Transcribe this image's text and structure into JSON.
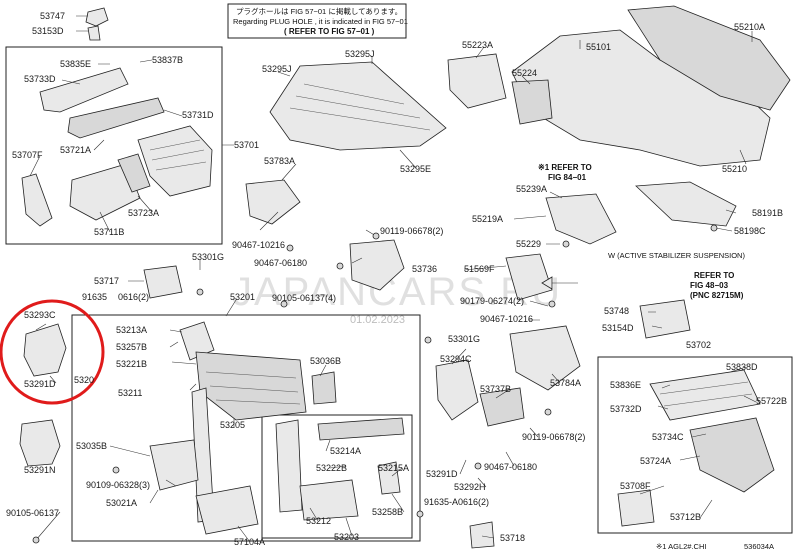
{
  "notice": {
    "line1": "プラグホールは FIG 57−01 に掲載してあります。",
    "line2": "Regarding  PLUG HOLE , it is indicated in FIG 57−01",
    "line3": "( REFER TO FIG 57−01 )"
  },
  "refer_84": {
    "line1": "※1 REFER TO",
    "line2": "FIG 84−01"
  },
  "active_stab": {
    "title": "W (ACTIVE STABILIZER SUSPENSION)",
    "line1": "REFER TO",
    "line2": "FIG 48−03",
    "line3": "(PNC 82715M)"
  },
  "footer": {
    "note": "※1 AGL2#.CHI",
    "code": "536034A"
  },
  "watermark": {
    "main": "JAPANCARS.RU",
    "date": "01.02.2023"
  },
  "labels": {
    "p53747": "53747",
    "p53153d": "53153D",
    "p53835e": "53835E",
    "p53837b": "53837B",
    "p53733d": "53733D",
    "p53731d": "53731D",
    "p53721a": "53721A",
    "p53707f": "53707F",
    "p53723a": "53723A",
    "p53711b": "53711B",
    "p53701": "53701",
    "p53295j": "53295J",
    "p53295j_b": "53295J",
    "p53295e": "53295E",
    "p55223a": "55223A",
    "p55101": "55101",
    "p55224": "55224",
    "p55210a": "55210A",
    "p55210": "55210",
    "p53783a": "53783A",
    "p55239a": "55239A",
    "p55219a": "55219A",
    "p55229": "55229",
    "p58191b": "58191B",
    "p58198c": "58198C",
    "p90467_10216": "90467-10216",
    "p90119_06678_top": "90119-06678(2)",
    "p90467_06180": "90467-06180",
    "p53736": "53736",
    "p53717": "53717",
    "p53301g": "53301G",
    "p91635": "91635",
    "p90616": "0616(2)",
    "p53201": "53201",
    "p90105_06137_4": "90105-06137(4)",
    "p51569f": "51569F",
    "p90179": "90179-06274(2)",
    "p90467_b": "90467-10216",
    "p53293c": "53293C",
    "p53213a": "53213A",
    "p53257b": "53257B",
    "p53221b": "53221B",
    "p53301g_b": "53301G",
    "p53294c": "53294C",
    "p53748": "53748",
    "p53154d": "53154D",
    "p53702": "53702",
    "p53838d": "53838D",
    "p53202": "5320",
    "p53036b": "53036B",
    "p53211": "53211",
    "p53737b": "53737B",
    "p53784a": "53784A",
    "p53836e": "53836E",
    "p53732d": "53732D",
    "p55722b": "55722B",
    "p53291d": "53291D",
    "p53205": "53205",
    "p90119_06678_b": "90119-06678(2)",
    "p53734c": "53734C",
    "p53035b": "53035B",
    "p53214a": "53214A",
    "p53222b": "53222B",
    "p53215a": "53215A",
    "p53291d_b": "53291D",
    "p90467_06180_b": "90467-06180",
    "p53291n": "53291N",
    "p90109": "90109-06328(3)",
    "p53724a": "53724A",
    "p53292h": "53292H",
    "p53708f": "53708F",
    "p53021a": "53021A",
    "p91635_a0616": "91635-A0616(2)",
    "p53258b": "53258B",
    "p53712b": "53712B",
    "p90105_06137": "90105-06137",
    "p53212": "53212",
    "p53203": "53203",
    "p57104a": "57104A",
    "p53718": "53718"
  },
  "highlight": {
    "color": "#e01b1b",
    "label_color": "#1f4f9e"
  }
}
